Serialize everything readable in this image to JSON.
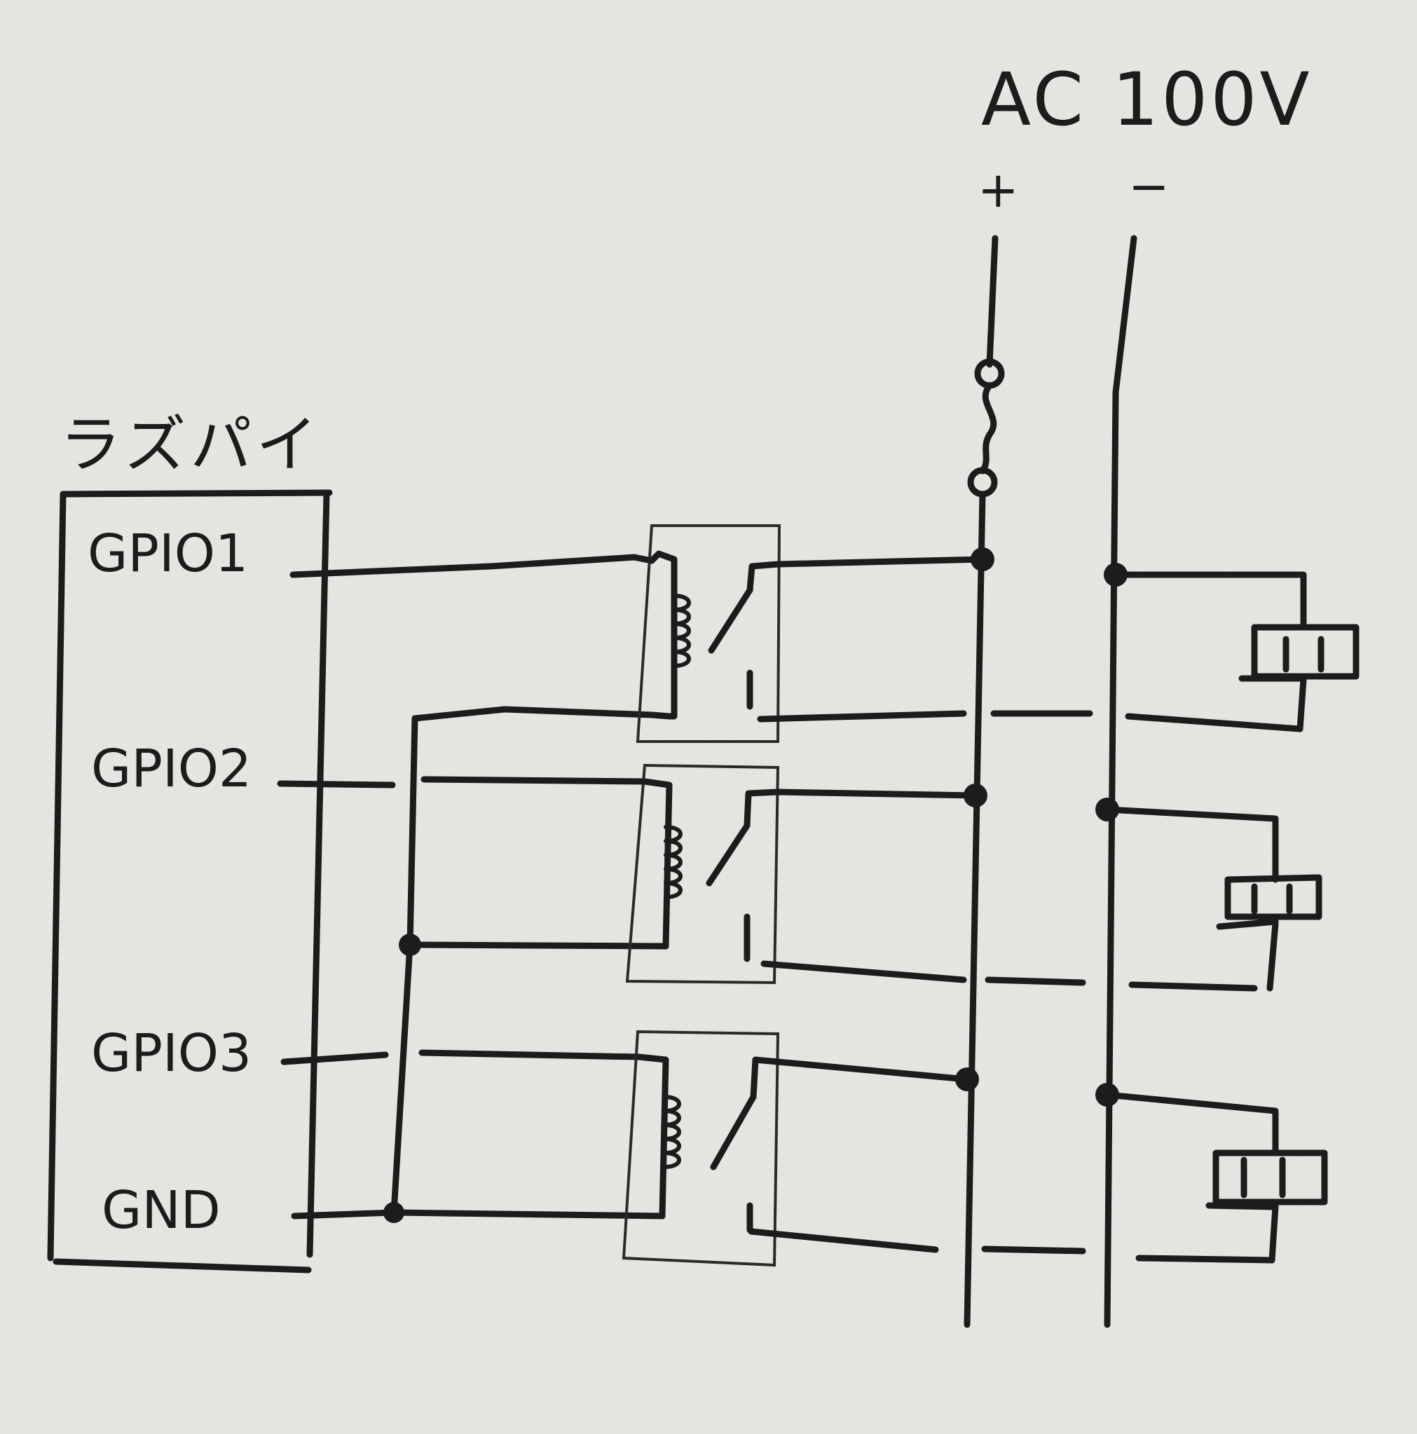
{
  "board": {
    "title": "ラズパイ",
    "pins": [
      "GPIO1",
      "GPIO2",
      "GPIO3",
      "GND"
    ]
  },
  "power": {
    "title": "AC 100V",
    "plus": "+",
    "minus": "−"
  },
  "colors": {
    "ink": "#1c1c1c",
    "paper": "#e6e6e2"
  }
}
